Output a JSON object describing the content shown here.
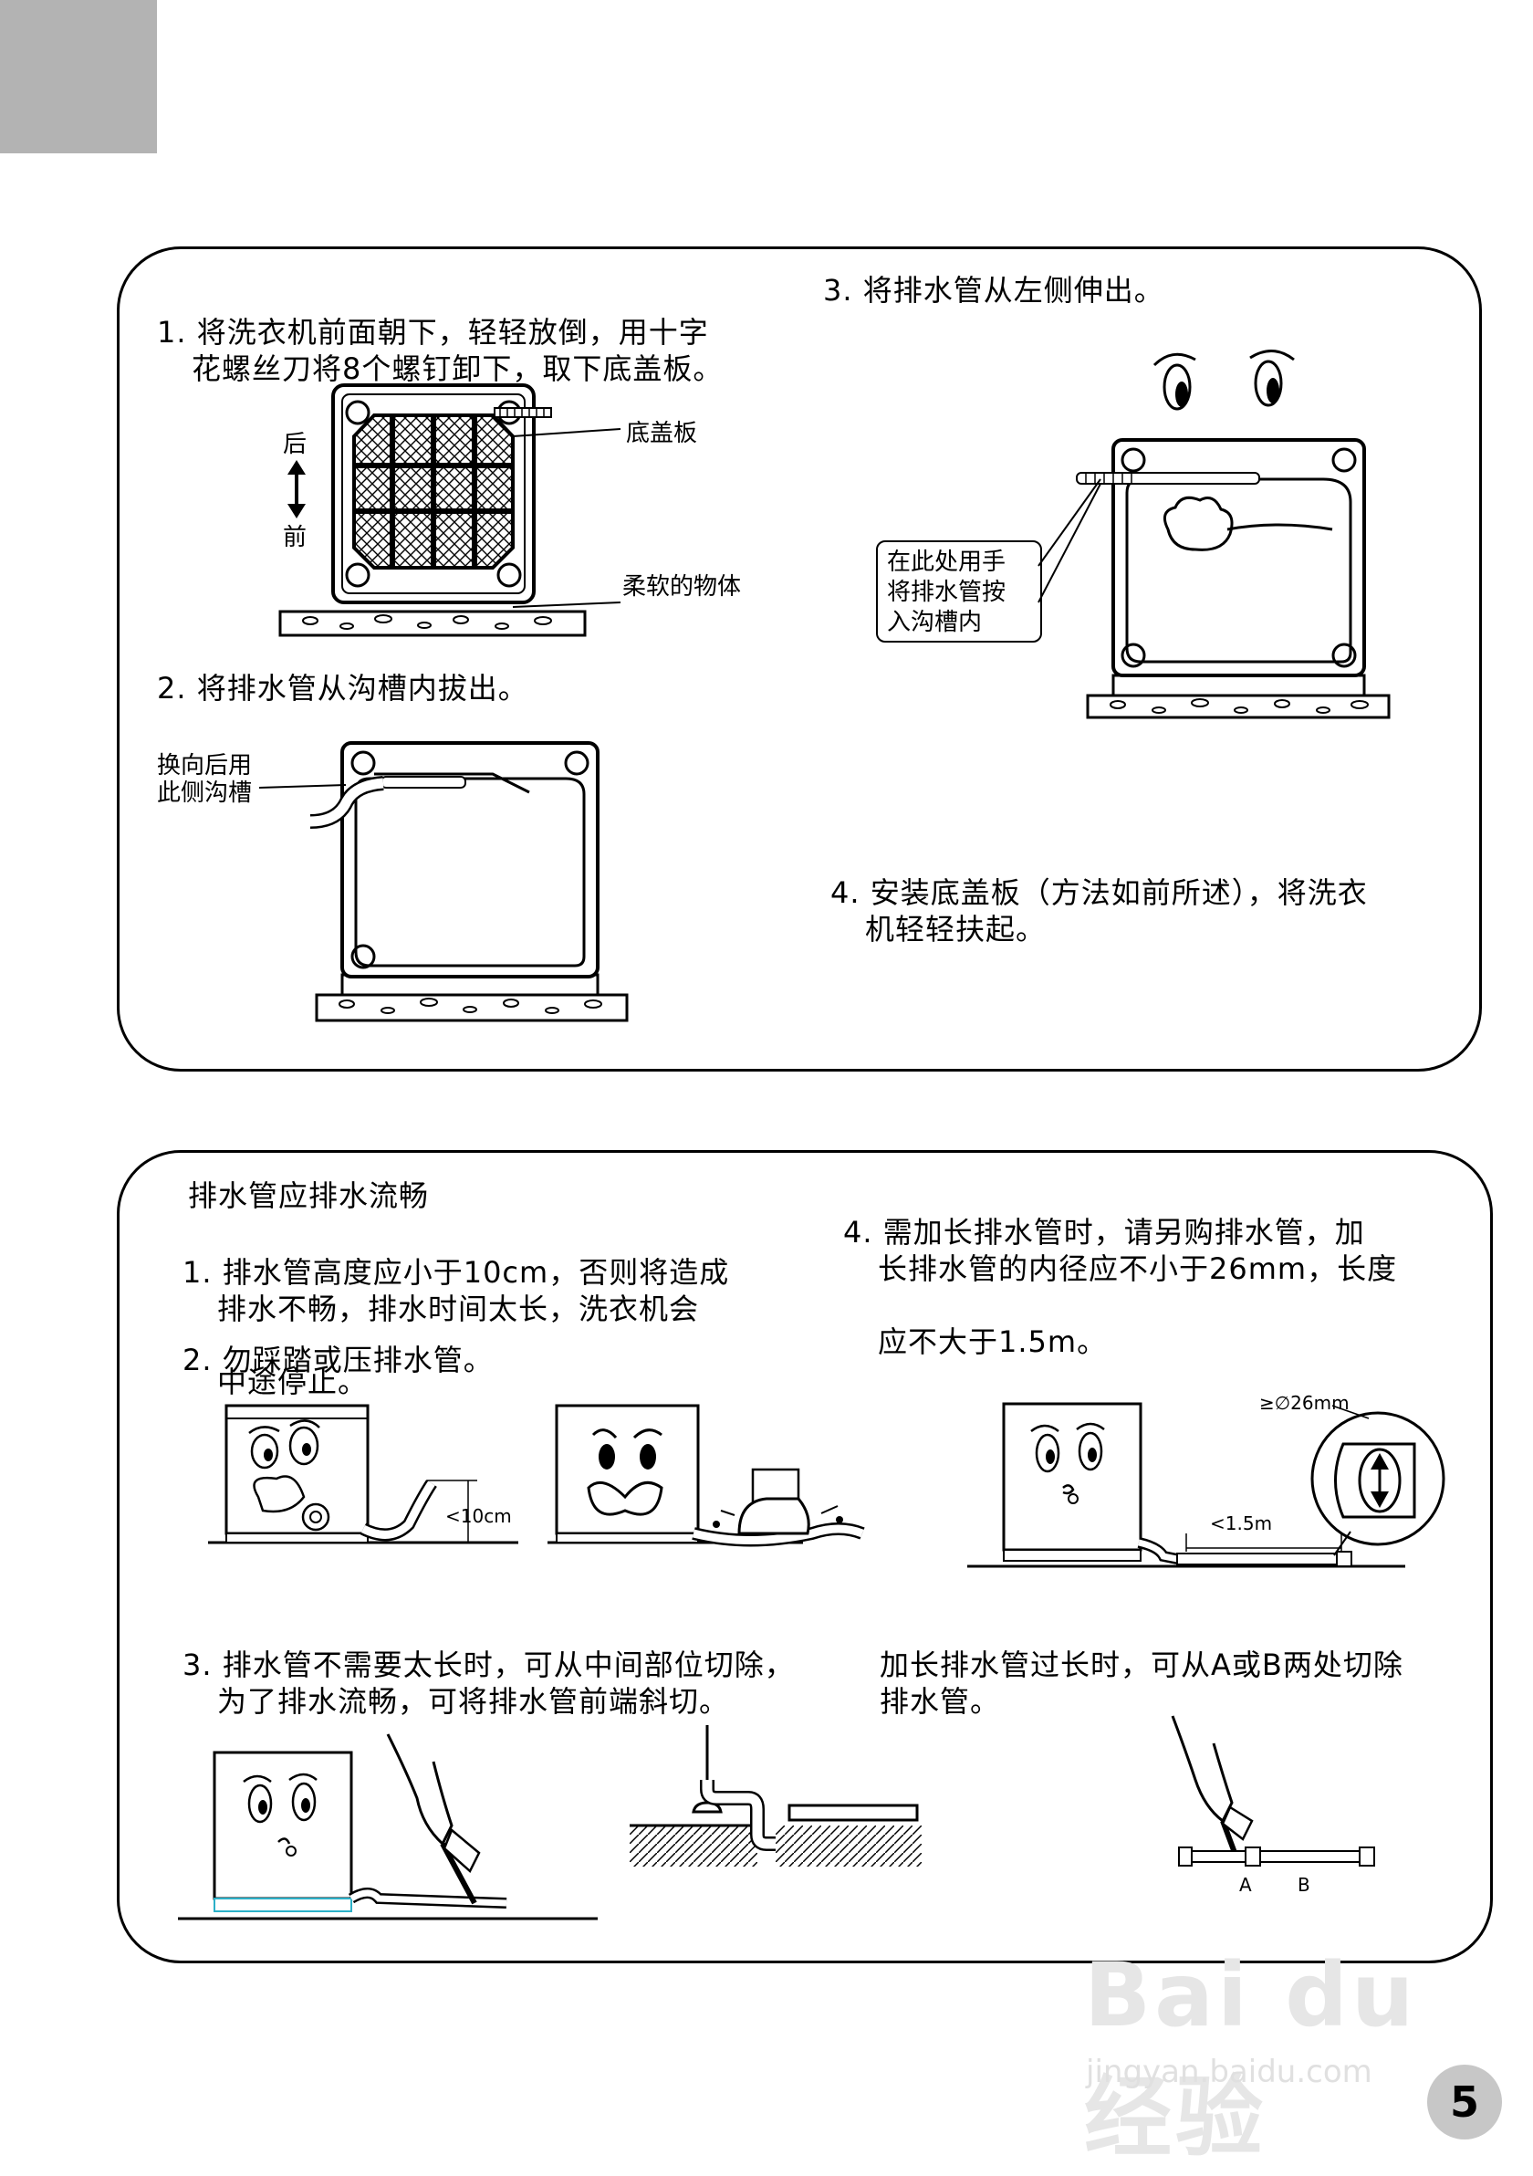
{
  "panel1": {
    "step1": {
      "line1": "1. 将洗衣机前面朝下，轻轻放倒，用十字",
      "line2": "花螺丝刀将8个螺钉卸下，取下底盖板。"
    },
    "fig1": {
      "back": "后",
      "front": "前",
      "bottom_cover": "底盖板",
      "soft_object": "柔软的物体"
    },
    "step2": "2. 将排水管从沟槽内拔出。",
    "fig2": {
      "callout": "换向后用\n此侧沟槽"
    },
    "step3": "3. 将排水管从左侧伸出。",
    "fig3": {
      "callout": "在此处用手\n将排水管按\n入沟槽内"
    },
    "step4": {
      "line1": "4. 安装底盖板（方法如前所述），将洗衣",
      "line2": "机轻轻扶起。"
    }
  },
  "panel2": {
    "heading": "排水管应排水流畅",
    "item1": {
      "line1": "1. 排水管高度应小于10cm，否则将造成",
      "line2": "排水不畅，排水时间太长，洗衣机会",
      "line3": "中途停止。"
    },
    "item2": "2. 勿踩踏或压排水管。",
    "fig_height": {
      "label": "<10cm"
    },
    "item4": {
      "line1": "4. 需加长排水管时，请另购排水管，加",
      "line2": "长排水管的内径应不小于26mm，长度",
      "line3": "应不大于1.5m。"
    },
    "fig_ext": {
      "diameter": "≥∅26mm",
      "length": "<1.5m"
    },
    "item3": {
      "line1": "3. 排水管不需要太长时，可从中间部位切除，",
      "line2": "为了排水流畅，可将排水管前端斜切。"
    },
    "item_cut": {
      "line1": "加长排水管过长时，可从A或B两处切除",
      "line2": "排水管。"
    },
    "fig_ab": {
      "a": "A",
      "b": "B"
    }
  },
  "page_number": "5",
  "watermark": {
    "main": "Bai du 经验",
    "sub": "jingyan.baidu.com"
  }
}
